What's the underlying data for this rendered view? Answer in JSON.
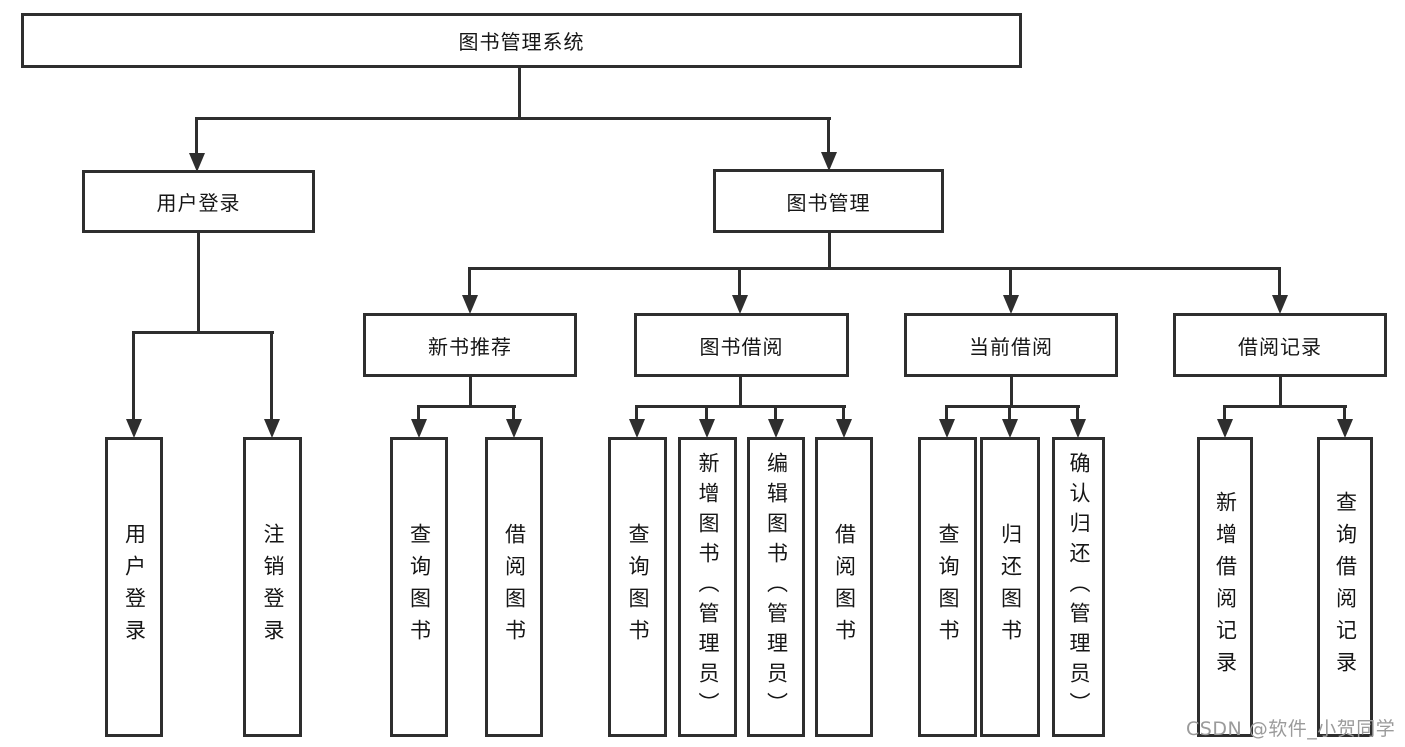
{
  "diagram_type": "functional-structure-tree",
  "tree": {
    "root": {
      "label": "图书管理系统"
    },
    "user_login": {
      "label": "用户登录",
      "children": {
        "login": {
          "label": "用户登录"
        },
        "logout": {
          "label": "注销登录"
        }
      }
    },
    "book_mgmt": {
      "label": "图书管理",
      "children": {
        "new_book_rec": {
          "label": "新书推荐",
          "children": {
            "query_books": {
              "label": "查询图书"
            },
            "borrow_books": {
              "label": "借阅图书"
            }
          }
        },
        "book_borrow": {
          "label": "图书借阅",
          "children": {
            "query_books": {
              "label": "查询图书"
            },
            "add_books_admin": {
              "label": "新增图书（管理员）"
            },
            "edit_books_admin": {
              "label": "编辑图书（管理员）"
            },
            "borrow_books": {
              "label": "借阅图书"
            }
          }
        },
        "current_borrow": {
          "label": "当前借阅",
          "children": {
            "query_books": {
              "label": "查询图书"
            },
            "return_books": {
              "label": "归还图书"
            },
            "confirm_return_admin": {
              "label": "确认归还（管理员）"
            }
          }
        },
        "borrow_record": {
          "label": "借阅记录",
          "children": {
            "add_borrow_record": {
              "label": "新增借阅记录"
            },
            "query_borrow_record": {
              "label": "查询借阅记录"
            }
          }
        }
      }
    }
  },
  "watermark": {
    "text": "CSDN @软件_小贺同学"
  },
  "colors": {
    "line": "#2e2e2e",
    "text": "#161616",
    "watermark": "#9b9b9b",
    "background": "#ffffff"
  }
}
